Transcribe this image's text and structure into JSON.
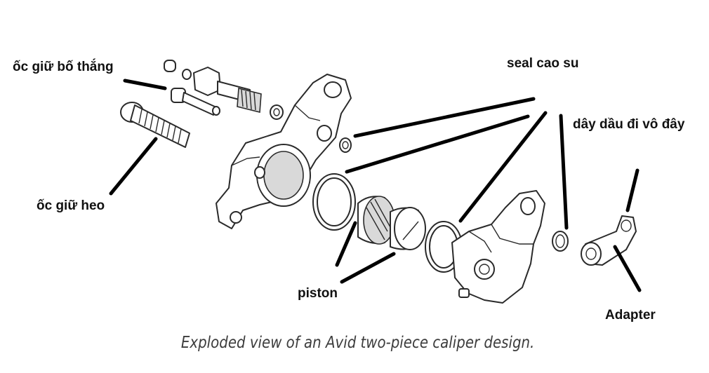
{
  "labels": {
    "brake_pad_bolt": "ốc giữ bố thắng",
    "caliper_bolt": "ốc giữ heo",
    "rubber_seal": "seal cao su",
    "oil_line": "dây dầu đi vô đây",
    "piston": "piston",
    "adapter": "Adapter"
  },
  "caption": "Exploded view of an Avid two-piece caliper design.",
  "colors": {
    "leader": "#000000",
    "outline": "#2a2a2a",
    "caption": "#3c3c3c"
  }
}
